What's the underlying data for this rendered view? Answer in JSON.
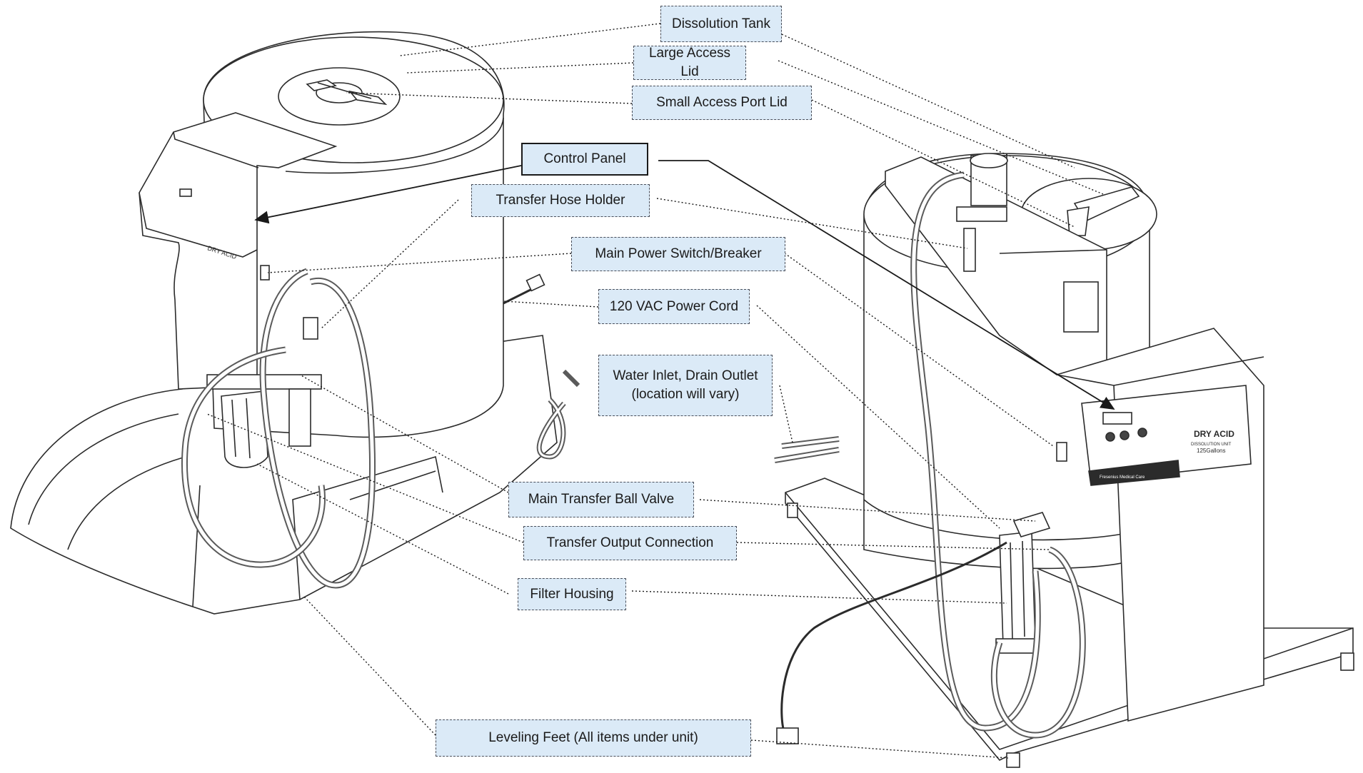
{
  "labels": {
    "dissolution_tank": "Dissolution Tank",
    "large_access_lid": "Large Access Lid",
    "small_access_port_lid": "Small Access Port Lid",
    "control_panel": "Control Panel",
    "transfer_hose_holder": "Transfer Hose Holder",
    "main_power_switch": "Main Power Switch/Breaker",
    "power_cord": "120 VAC Power Cord",
    "water_inlet_line1": "Water Inlet, Drain Outlet",
    "water_inlet_line2": "(location will vary)",
    "main_transfer_ball_valve": "Main Transfer Ball Valve",
    "transfer_output_connection": "Transfer Output Connection",
    "filter_housing": "Filter Housing",
    "leveling_feet": "Leveling Feet (All items under unit)"
  },
  "machine_markings": {
    "left_unit_brand": "DRY ACID",
    "right_unit_brand": "DRY ACID",
    "right_unit_subtitle": "DISSOLUTION UNIT",
    "right_unit_capacity": "125Gallons",
    "right_unit_maker": "Fresenius Medical Care"
  },
  "colors": {
    "label_fill": "#dbeaf7",
    "label_border": "#4a4f5a",
    "line_art": "#2b2b2b"
  }
}
